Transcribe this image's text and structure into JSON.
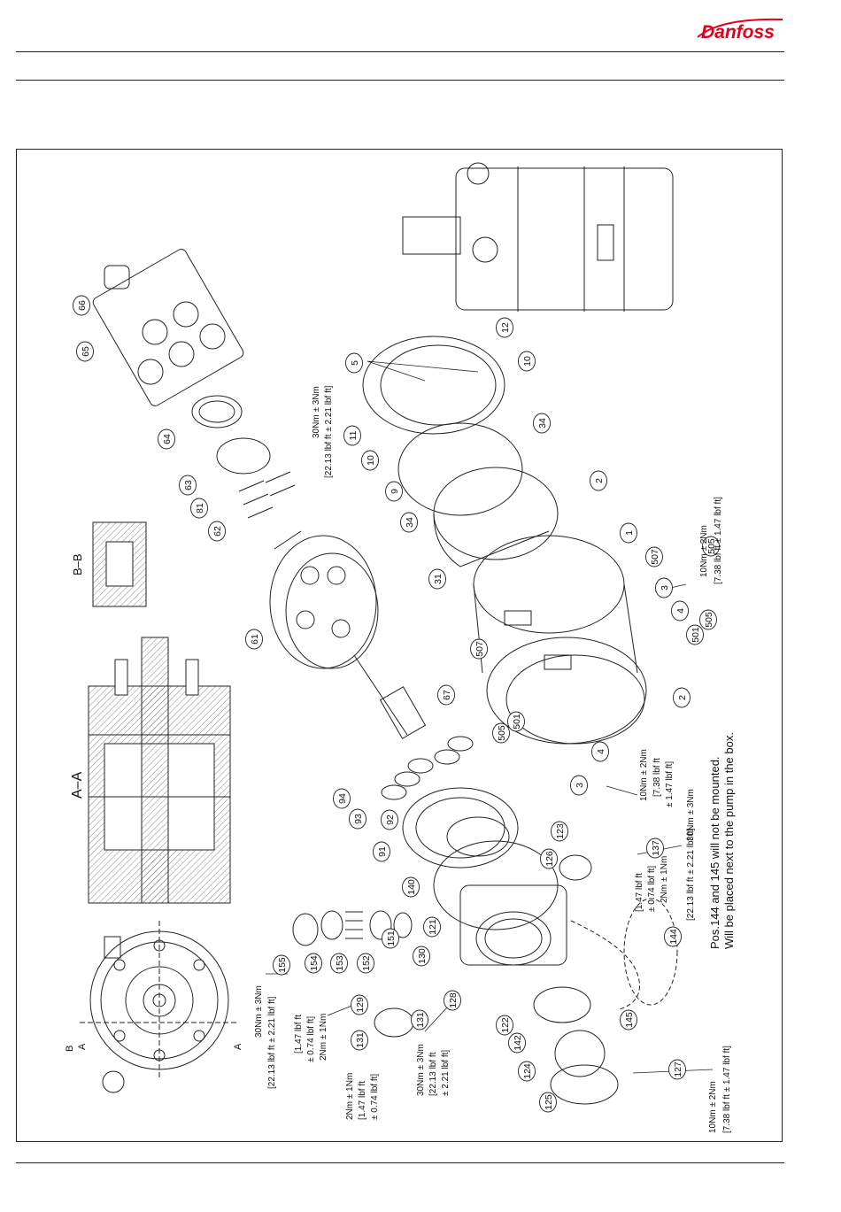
{
  "brand": {
    "name": "Danfoss",
    "color": "#e2001a"
  },
  "views": {
    "section_aa": "A–A",
    "section_bb": "B–B",
    "cut_a": "A",
    "cut_b": "B"
  },
  "part_numbers": [
    "1",
    "2",
    "2",
    "3",
    "3",
    "4",
    "4",
    "5",
    "9",
    "10",
    "10",
    "11",
    "12",
    "31",
    "34",
    "34",
    "61",
    "62",
    "63",
    "64",
    "65",
    "66",
    "67",
    "81",
    "91",
    "92",
    "93",
    "94",
    "121",
    "122",
    "123",
    "124",
    "125",
    "126",
    "127",
    "128",
    "129",
    "130",
    "131",
    "131",
    "137",
    "140",
    "142",
    "144",
    "145",
    "151",
    "152",
    "153",
    "154",
    "155",
    "501",
    "501",
    "505",
    "505",
    "505",
    "507",
    "507"
  ],
  "torque_specs": {
    "t30_a": "30Nm ± 3Nm",
    "t30_a_imp": "[22.13 lbf ft ± 2.21 lbf ft]",
    "t10_a": "10Nm ± 2Nm",
    "t10_a_imp": "[7.38 lbf ft ± 1.47 lbf ft]",
    "t10_b": "10Nm ± 2Nm",
    "t10_b_imp1": "[7.38 lbf ft",
    "t10_b_imp2": "± 1.47 lbf ft]",
    "t30_b": "30Nm ± 3Nm",
    "t30_b_imp": "[22.13 lbf ft ± 2.21 lbf ft]",
    "t2_a": "2Nm ± 1Nm",
    "t2_a_imp1": "[1.47 lbf ft",
    "t2_a_imp2": "± 0.74 lbf ft]",
    "t30_c": "30Nm ± 3Nm",
    "t30_c_imp": "[22.13 lbf ft ± 2.21 lbf ft]",
    "t2_b": "2Nm ± 1Nm",
    "t2_b_imp1": "[1.47 lbf ft",
    "t2_b_imp2": "± 0.74 lbf ft]",
    "t2_c": "2Nm ± 1Nm",
    "t2_c_imp1": "[1.47 lbf ft",
    "t2_c_imp2": "± 0.74 lbf ft]",
    "t30_d": "30Nm ± 3Nm",
    "t30_d_imp1": "[22.13 lbf ft",
    "t30_d_imp2": "± 2.21 lbf ft]",
    "t10_c": "10Nm ± 2Nm",
    "t10_c_imp": "[7.38 lbf ft ± 1.47 lbf ft]"
  },
  "notes": {
    "line1": "Pos.144 and 145 will not be mounted.",
    "line2": "Will be placed next to the pump in the box."
  }
}
